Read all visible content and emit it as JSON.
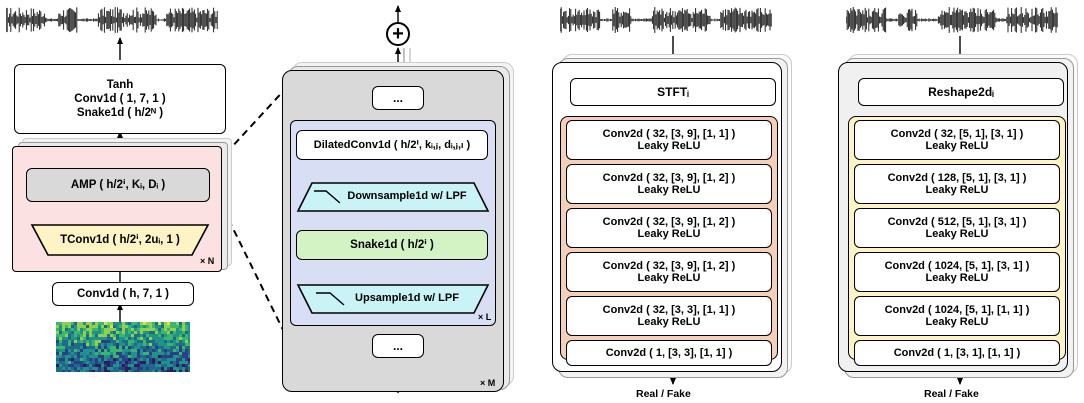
{
  "colors": {
    "amp_fill": "#d9d9d9",
    "amp_block_fill": "#fbe1e2",
    "tconv_fill": "#fdf3c4",
    "snake_fill": "#d3f3c4",
    "updown_fill": "#c9f3f6",
    "inner_amp_fill": "#d8def3",
    "outer_amp_fill": "#d9d9d9",
    "mrd_fill": "#f6cfb8",
    "mpd_fill": "#fdf3c4"
  },
  "generator": {
    "tanh": "Tanh",
    "conv_out": "Conv1d ( 1, 7, 1 )",
    "snake_out": "Snake1d ( h/2ᴺ )",
    "amp": "AMP ( h/2ⁱ, Kᵢ, Dᵢ )",
    "tconv": "TConv1d ( h/2ⁱ, 2uᵢ, 1 )",
    "repeat": "× N",
    "conv_in": "Conv1d ( h, 7, 1 )"
  },
  "amp_detail": {
    "top_block": "...",
    "dilated": "DilatedConv1d ( h/2ⁱ, kᵢ,ⱼ, dᵢ,ⱼ,ₗ )",
    "downsample": "Downsample1d w/ LPF",
    "snake": "Snake1d ( h/2ⁱ )",
    "upsample": "Upsample1d w/ LPF",
    "inner_repeat": "× L",
    "bottom_block": "...",
    "outer_repeat": "× M",
    "sum_symbol": "+"
  },
  "mrd": {
    "header": "STFTᵢ",
    "layers": [
      {
        "line1": "Conv2d ( 32, [3, 9], [1, 1] )",
        "line2": "Leaky ReLU"
      },
      {
        "line1": "Conv2d ( 32, [3, 9], [1, 2] )",
        "line2": "Leaky ReLU"
      },
      {
        "line1": "Conv2d ( 32, [3, 9], [1, 2] )",
        "line2": "Leaky ReLU"
      },
      {
        "line1": "Conv2d ( 32, [3, 9], [1, 2] )",
        "line2": "Leaky ReLU"
      },
      {
        "line1": "Conv2d ( 32, [3, 3], [1, 1] )",
        "line2": "Leaky ReLU"
      }
    ],
    "final": "Conv2d ( 1, [3, 3], [1, 1] )",
    "output": "Real / Fake"
  },
  "mpd": {
    "header": "Reshape2dᵢ",
    "layers": [
      {
        "line1": "Conv2d ( 32, [5, 1], [3, 1] )",
        "line2": "Leaky ReLU"
      },
      {
        "line1": "Conv2d ( 128, [5, 1], [3, 1] )",
        "line2": "Leaky ReLU"
      },
      {
        "line1": "Conv2d ( 512, [5, 1], [3, 1] )",
        "line2": "Leaky ReLU"
      },
      {
        "line1": "Conv2d ( 1024, [5, 1], [3, 1] )",
        "line2": "Leaky ReLU"
      },
      {
        "line1": "Conv2d ( 1024, [5, 1], [1, 1] )",
        "line2": "Leaky ReLU"
      }
    ],
    "final": "Conv2d ( 1, [3, 1], [1, 1] )",
    "output": "Real / Fake"
  }
}
